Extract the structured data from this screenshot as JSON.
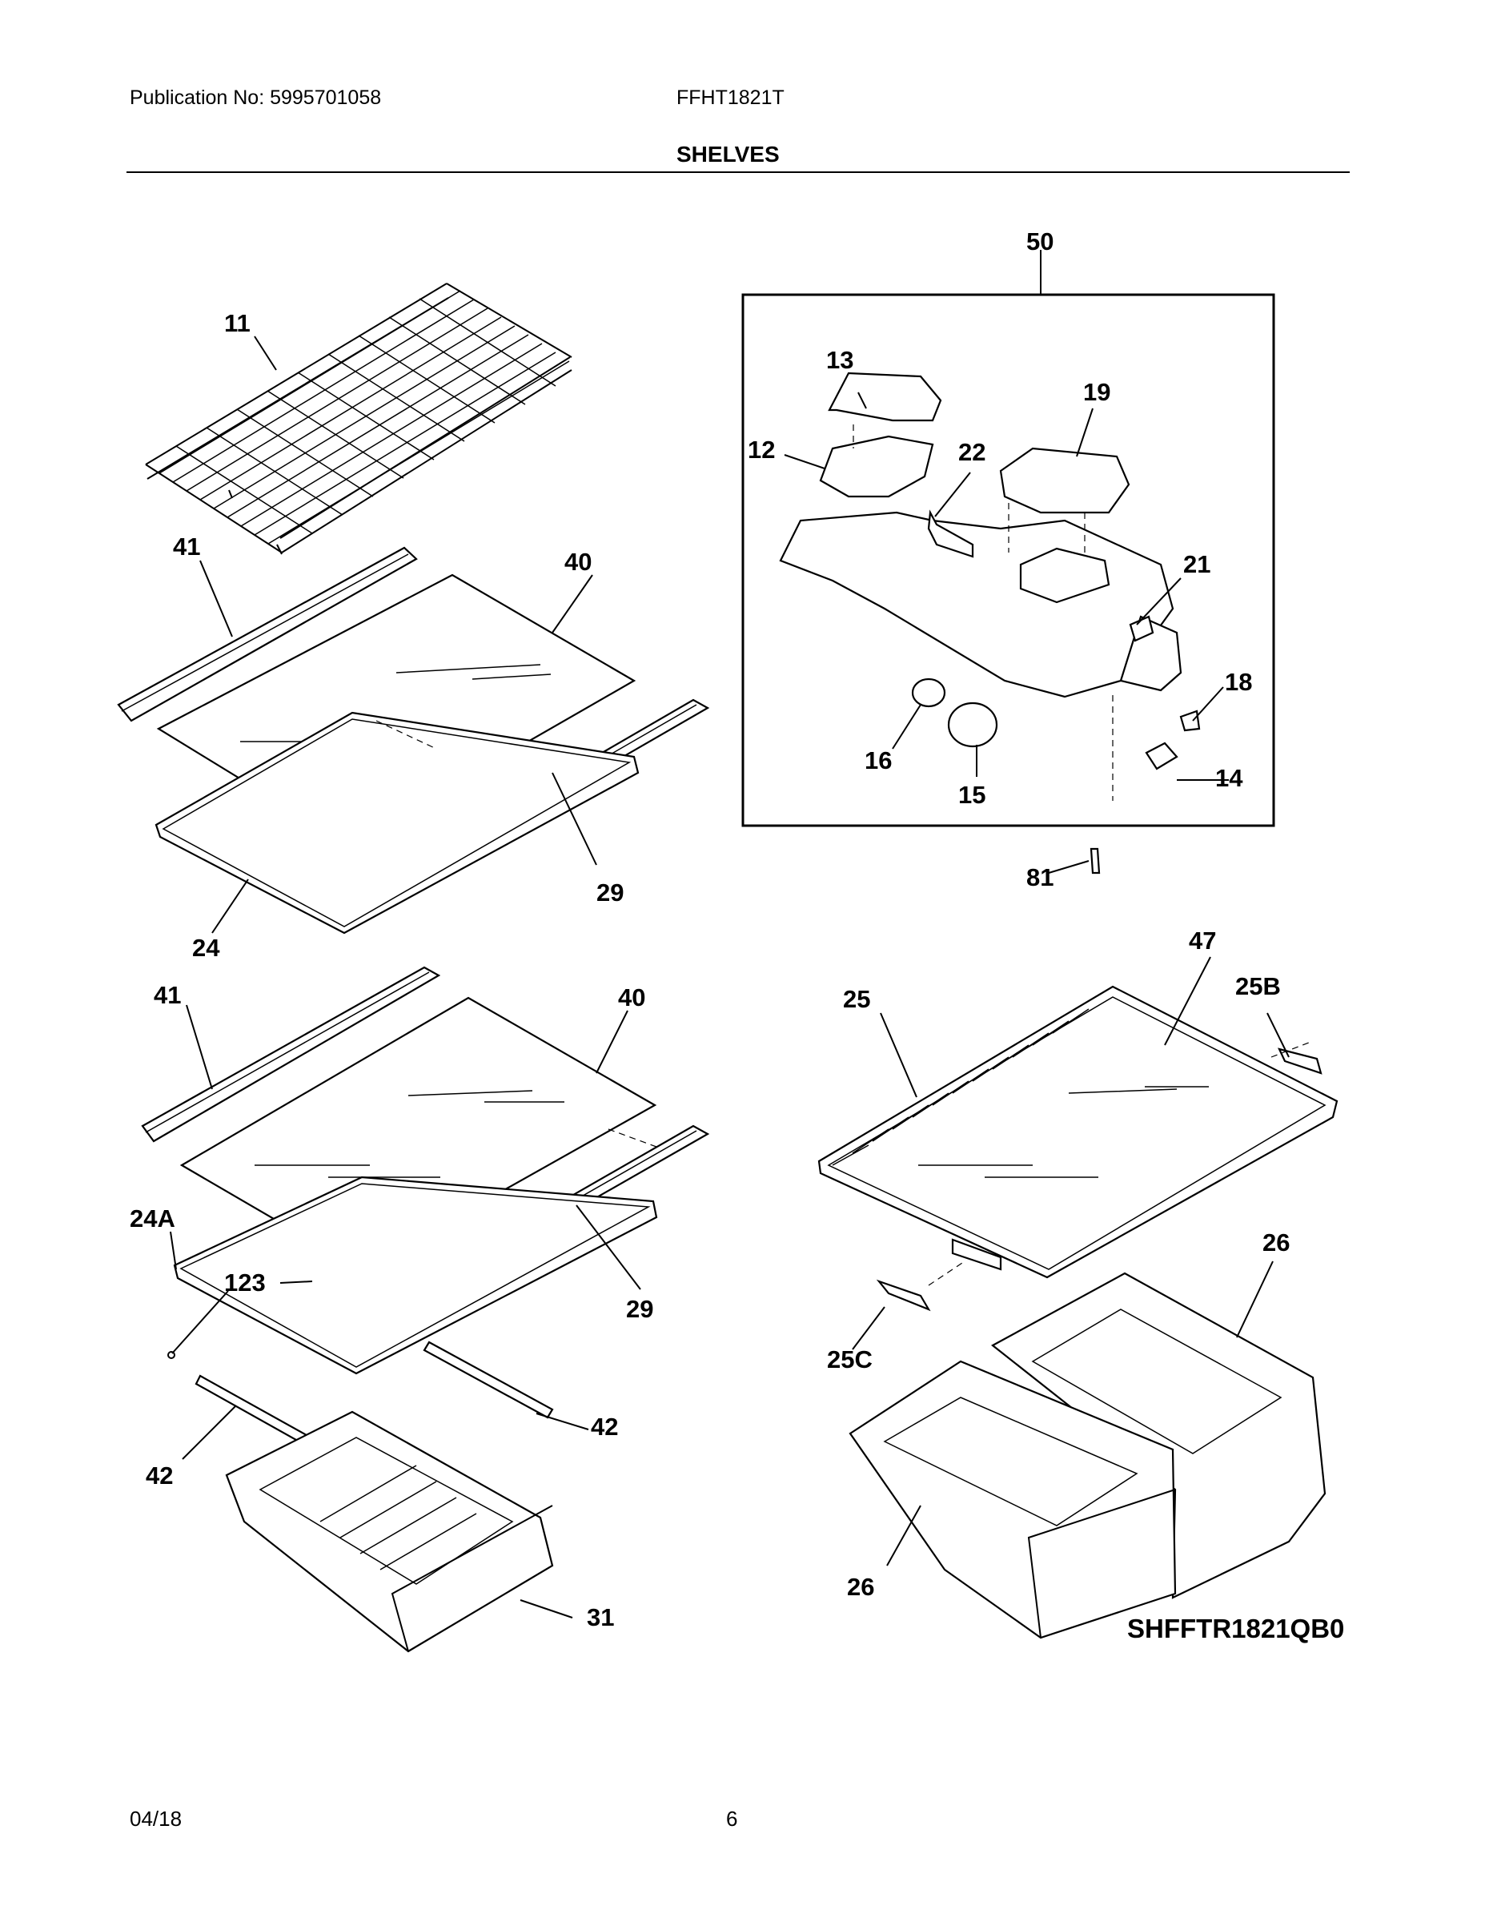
{
  "header": {
    "publication": "Publication No: 5995701058",
    "model": "FFHT1821T",
    "section_title": "SHELVES"
  },
  "callouts": {
    "c50": "50",
    "c11": "11",
    "c13": "13",
    "c19": "19",
    "c12": "12",
    "c22": "22",
    "c21": "21",
    "c18": "18",
    "c16": "16",
    "c14": "14",
    "c15": "15",
    "c81": "81",
    "c41a": "41",
    "c40a": "40",
    "c29a": "29",
    "c24": "24",
    "c41b": "41",
    "c40b": "40",
    "c24A": "24A",
    "c123": "123",
    "c29b": "29",
    "c42a": "42",
    "c42b": "42",
    "c31": "31",
    "c47": "47",
    "c25": "25",
    "c25B": "25B",
    "c26a": "26",
    "c25C": "25C",
    "c26b": "26"
  },
  "diagram_code": "SHFFTR1821QB0",
  "footer": {
    "date": "04/18",
    "page": "6"
  }
}
